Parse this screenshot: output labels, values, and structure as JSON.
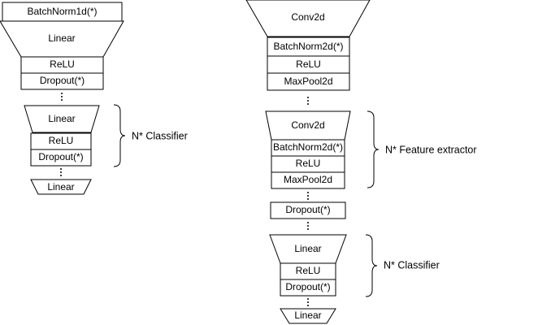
{
  "left": {
    "input_norm": "BatchNorm1d(*)",
    "linear_1": "Linear",
    "relu_1": "ReLU",
    "dropout_1": "Dropout(*)",
    "linear_2": "Linear",
    "relu_2": "ReLU",
    "dropout_2": "Dropout(*)",
    "linear_out": "Linear",
    "group_label": "N* Classifier"
  },
  "right": {
    "conv_1": "Conv2d",
    "bn_1": "BatchNorm2d(*)",
    "relu_1": "ReLU",
    "pool_1": "MaxPool2d",
    "conv_2": "Conv2d",
    "bn_2": "BatchNorm2d(*)",
    "relu_2": "ReLU",
    "pool_2": "MaxPool2d",
    "feature_label": "N* Feature extractor",
    "dropout": "Dropout(*)",
    "linear_1": "Linear",
    "relu_3": "ReLU",
    "dropout_2": "Dropout(*)",
    "classifier_label": "N* Classifier",
    "linear_out": "Linear"
  }
}
